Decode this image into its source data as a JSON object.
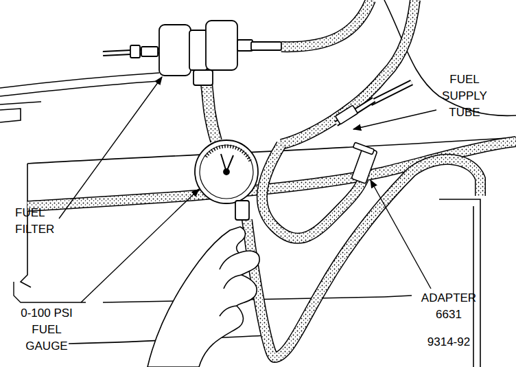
{
  "diagram": {
    "labels": [
      "FUEL SUPPLY TUBE",
      "FUEL FILTER",
      "0-100 PSI FUEL GAUGE",
      "ADAPTER 6631",
      "9314-92"
    ]
  }
}
